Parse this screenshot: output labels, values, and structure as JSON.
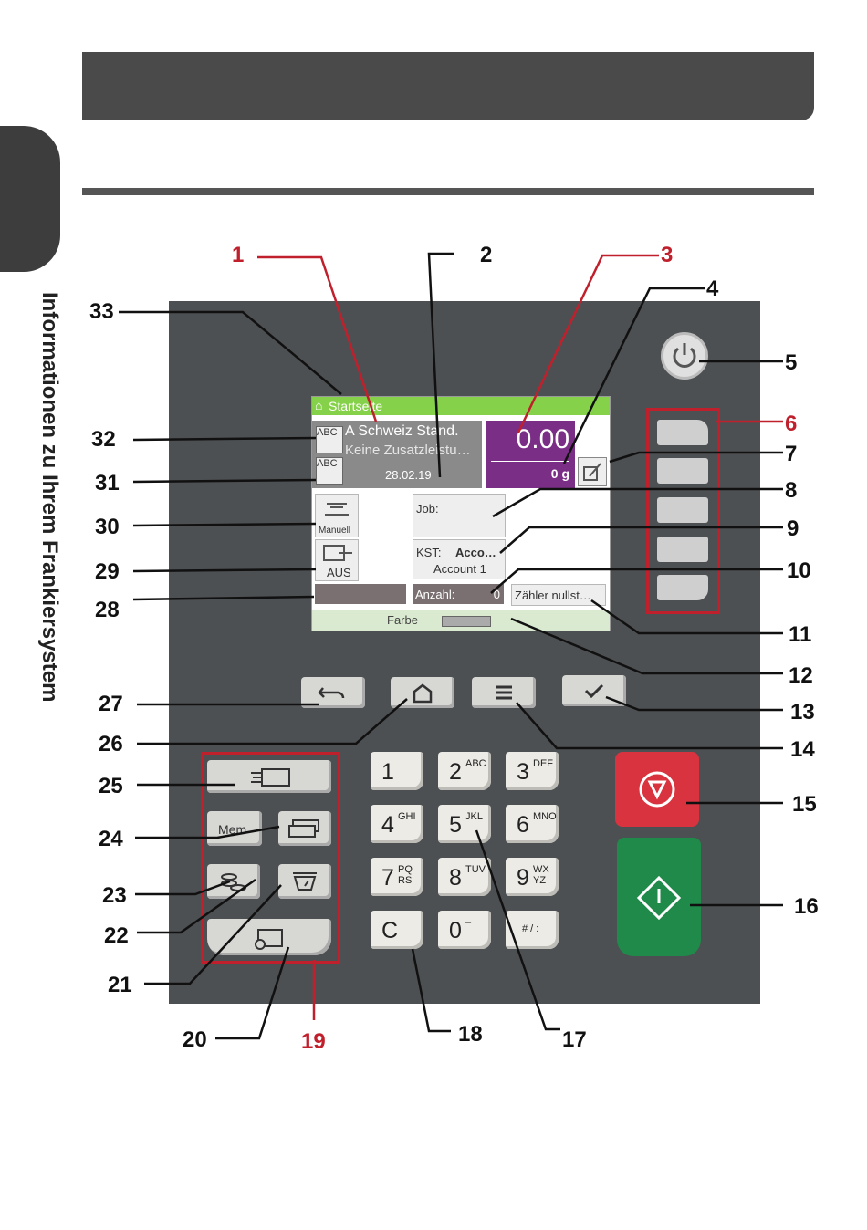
{
  "side_title": "Informationen zu Ihrem Frankiersystem",
  "screen": {
    "header": "Startseite",
    "rate_line1": "A Schweiz Stand.",
    "rate_line2": "Keine Zusatzleistu…",
    "date": "28.02.19",
    "amount": "0.00",
    "weight": "0 g",
    "manual_label": "Manuell",
    "aus_label": "AUS",
    "job_label": "Job:",
    "kst_label": "KST:",
    "kst_value": "Acco…",
    "account_value": "Account 1",
    "count_label": "Anzahl:",
    "count_value": "0",
    "reset_label": "Zähler nullst…",
    "color_label": "Farbe",
    "abc_icon": "ABC"
  },
  "keypad": {
    "keys": [
      {
        "n": "1",
        "l": ""
      },
      {
        "n": "2",
        "l": "ABC"
      },
      {
        "n": "3",
        "l": "DEF"
      },
      {
        "n": "4",
        "l": "GHI"
      },
      {
        "n": "5",
        "l": "JKL"
      },
      {
        "n": "6",
        "l": "MNO"
      },
      {
        "n": "7",
        "l": "PQ RS"
      },
      {
        "n": "8",
        "l": "TUV"
      },
      {
        "n": "9",
        "l": "WX YZ"
      },
      {
        "n": "C",
        "l": ""
      },
      {
        "n": "0",
        "l": "–"
      },
      {
        "n": "",
        "l": "# / :"
      }
    ]
  },
  "function_keys": {
    "mem": "Mem"
  },
  "callouts": {
    "c1": "1",
    "c2": "2",
    "c3": "3",
    "c4": "4",
    "c5": "5",
    "c6": "6",
    "c7": "7",
    "c8": "8",
    "c9": "9",
    "c10": "10",
    "c11": "11",
    "c12": "12",
    "c13": "13",
    "c14": "14",
    "c15": "15",
    "c16": "16",
    "c17": "17",
    "c18": "18",
    "c19": "19",
    "c20": "20",
    "c21": "21",
    "c22": "22",
    "c23": "23",
    "c24": "24",
    "c25": "25",
    "c26": "26",
    "c27": "27",
    "c28": "28",
    "c29": "29",
    "c30": "30",
    "c31": "31",
    "c32": "32",
    "c33": "33"
  },
  "colors": {
    "screen_header": "#86d14a",
    "amount_bg": "#7a2e86",
    "stop": "#d9333f",
    "start": "#1f8a4a",
    "highlight": "#c0202c",
    "panel": "#4d5052"
  },
  "icons": [
    "power-icon",
    "home-icon",
    "undo-icon",
    "menu-icon",
    "check-icon",
    "stop-icon",
    "start-icon",
    "envelope-icon",
    "scale-icon",
    "coins-icon",
    "stack-icon",
    "settings-envelope-icon",
    "edit-icon"
  ]
}
